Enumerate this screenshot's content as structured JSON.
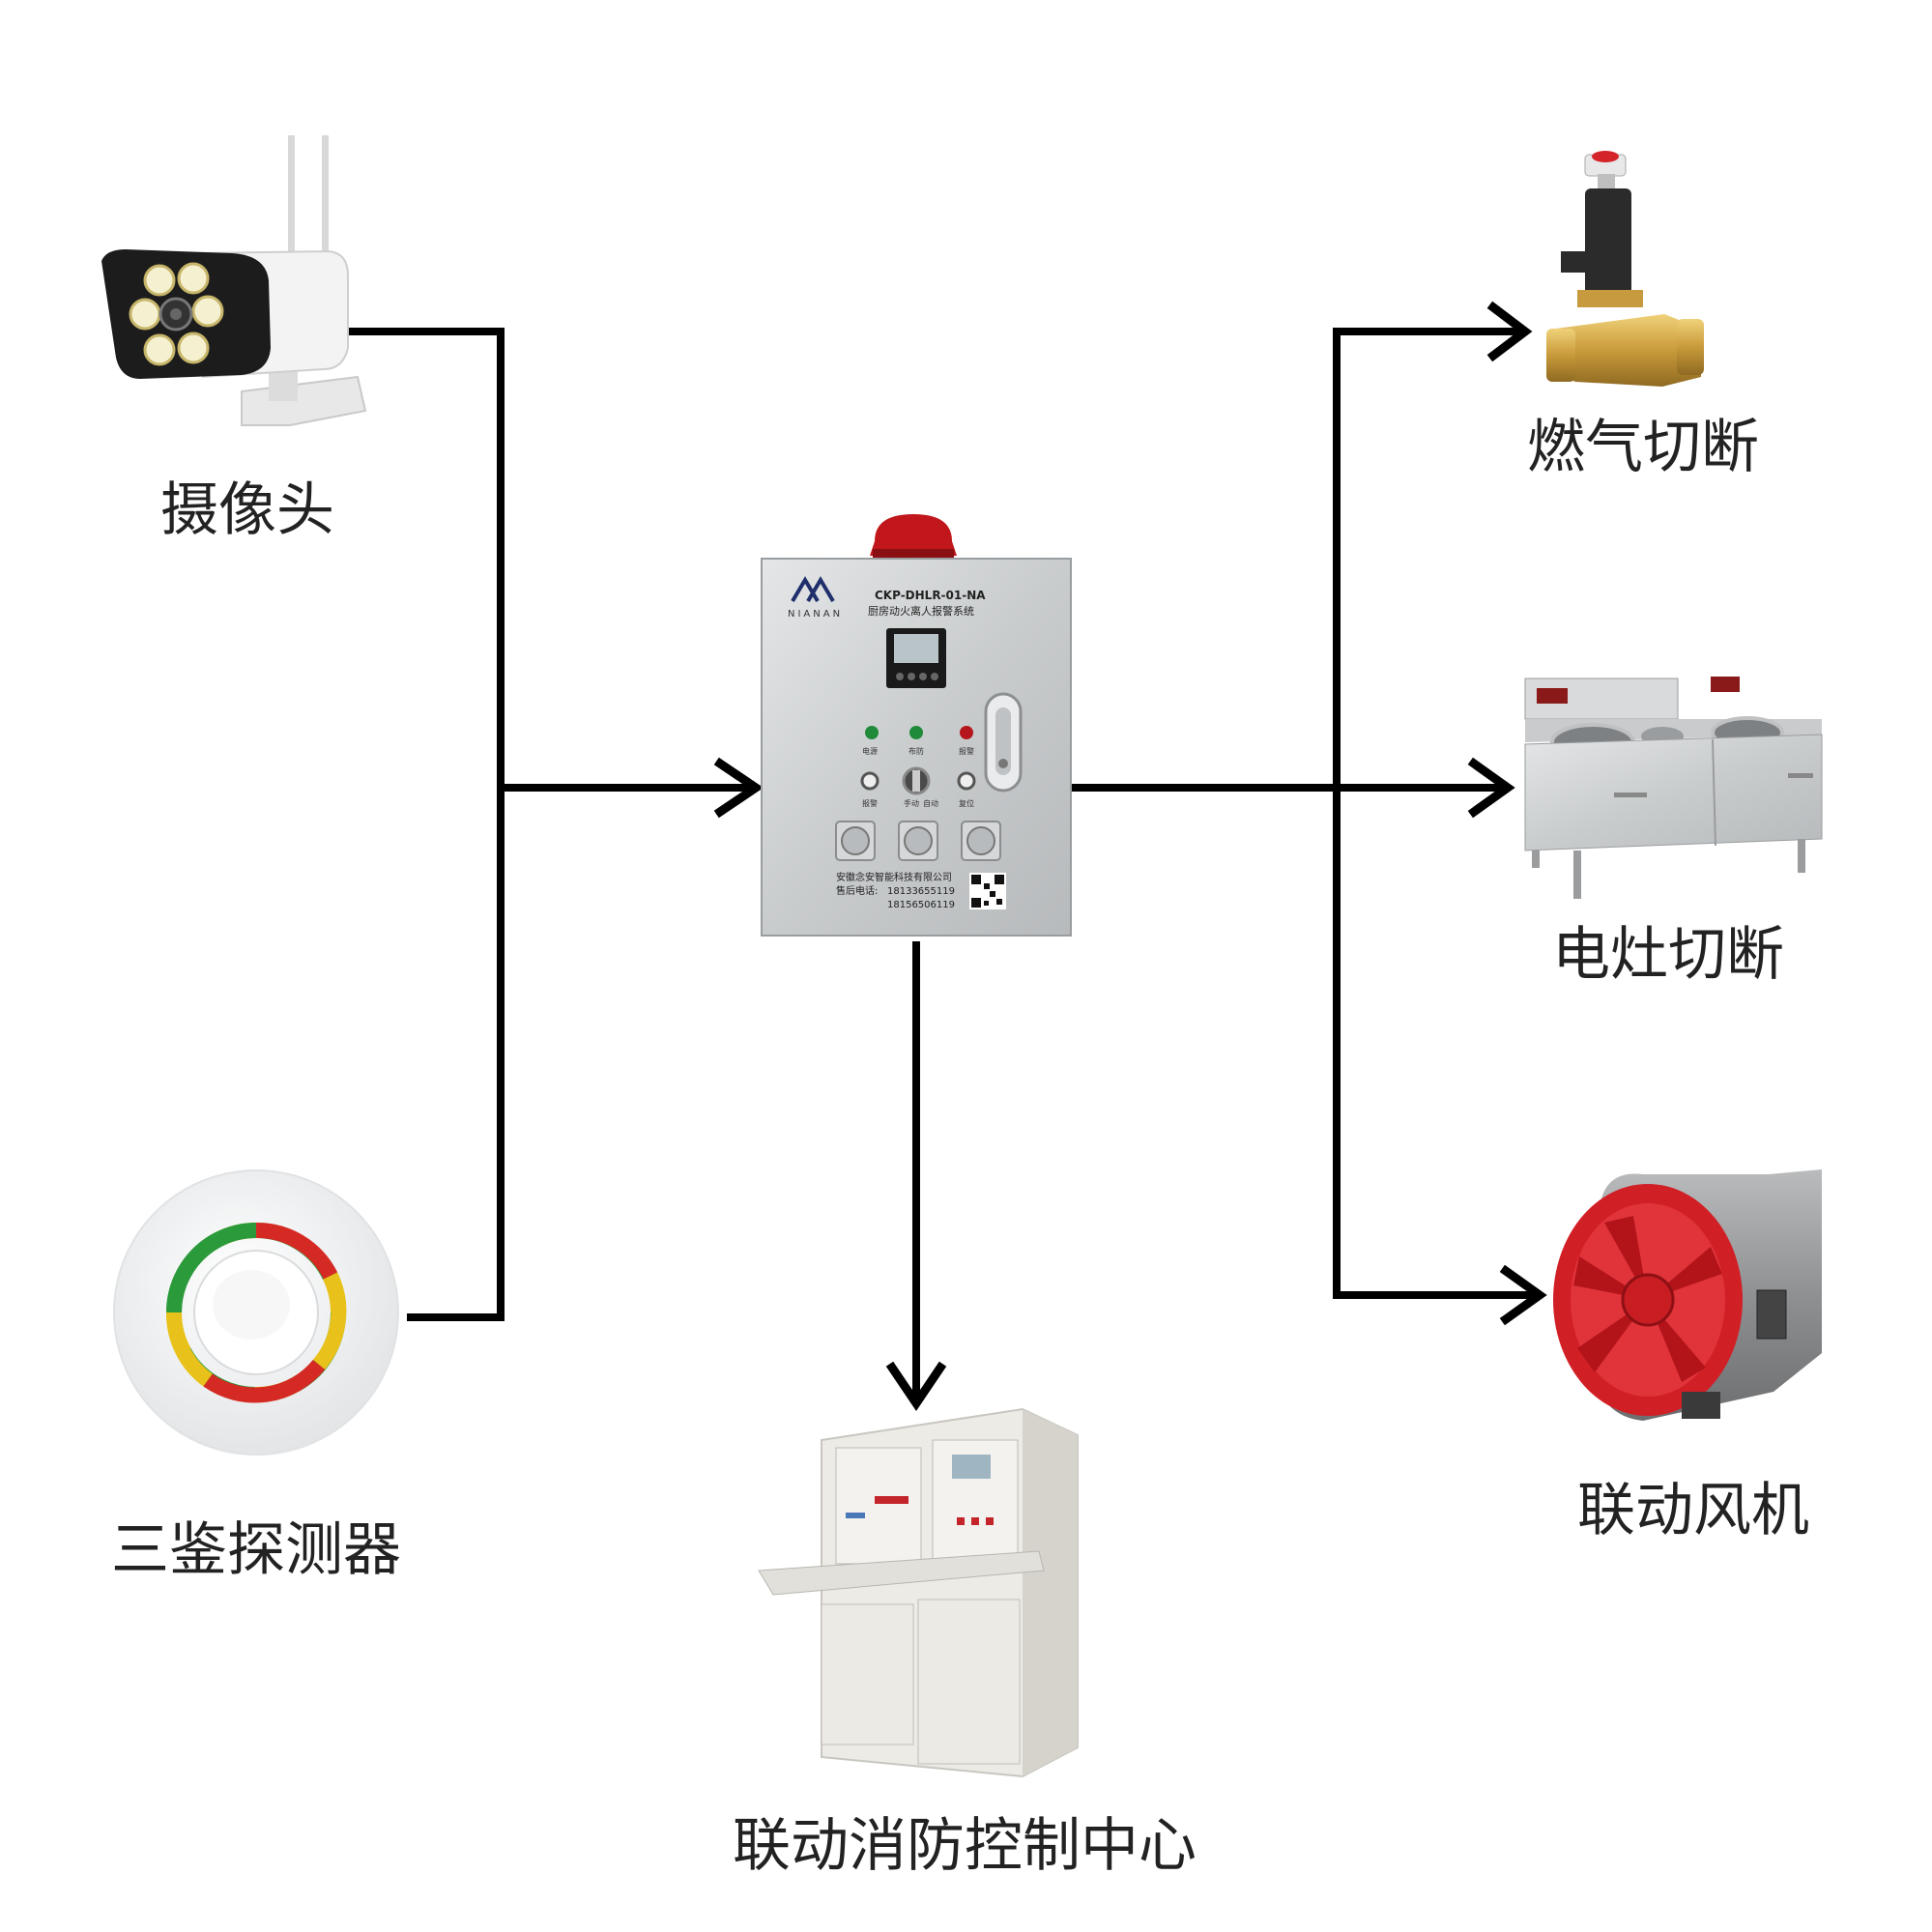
{
  "devices": {
    "camera": {
      "label": "摄像头",
      "icon": "camera-icon"
    },
    "detector": {
      "label": "三鉴探测器",
      "icon": "detector-icon"
    },
    "controller": {
      "model": "CKP-DHLR-01-NA",
      "name": "厨房动火离人报警系统",
      "brand": "NIANAN",
      "company": "安徽念安智能科技有限公司",
      "phone_label": "售后电话:",
      "phone1": "18133655119",
      "phone2": "18156506119",
      "indicators": [
        "电源",
        "布防",
        "报警"
      ],
      "switch_labels": [
        "报警",
        "手动",
        "自动",
        "复位"
      ],
      "icon": "control-box-icon"
    },
    "gas_valve": {
      "label": "燃气切断",
      "icon": "gas-valve-icon"
    },
    "stove": {
      "label": "电灶切断",
      "icon": "electric-stove-icon"
    },
    "fan": {
      "label": "联动风机",
      "icon": "fan-icon"
    },
    "fire_center": {
      "label": "联动消防控制中心",
      "icon": "fire-control-cabinet-icon"
    }
  },
  "colors": {
    "line": "#000000",
    "alarm_lamp": "#c0161c",
    "steel": "#cfd2d4",
    "fan_red": "#d11f26",
    "fan_gray": "#8a8c8e"
  }
}
